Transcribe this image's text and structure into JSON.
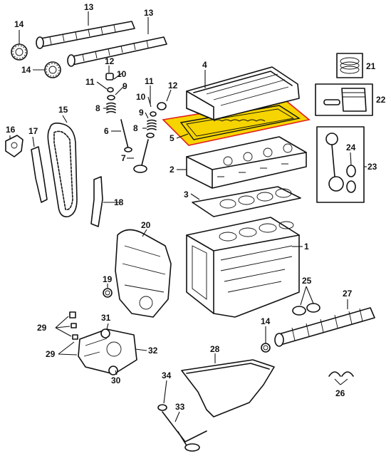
{
  "callouts": {
    "c1": "1",
    "c2": "2",
    "c3": "3",
    "c4": "4",
    "c5": "5",
    "c6": "6",
    "c7": "7",
    "c8a": "8",
    "c8b": "8",
    "c9a": "9",
    "c9b": "9",
    "c10a": "10",
    "c10b": "10",
    "c11a": "11",
    "c11b": "11",
    "c12a": "12",
    "c12b": "12",
    "c13a": "13",
    "c13b": "13",
    "c14a": "14",
    "c14b": "14",
    "c14c": "14",
    "c15": "15",
    "c16": "16",
    "c17": "17",
    "c18": "18",
    "c19": "19",
    "c20": "20",
    "c21": "21",
    "c22": "22",
    "c23": "23",
    "c24": "24",
    "c25": "25",
    "c26": "26",
    "c27": "27",
    "c28": "28",
    "c29a": "29",
    "c29b": "29",
    "c30": "30",
    "c31": "31",
    "c32": "32",
    "c33": "33",
    "c34": "34"
  },
  "colors": {
    "highlight": "#f5d400",
    "highlight_border": "#e0201c",
    "line": "#111111",
    "background": "#ffffff"
  },
  "highlighted_part": "5"
}
